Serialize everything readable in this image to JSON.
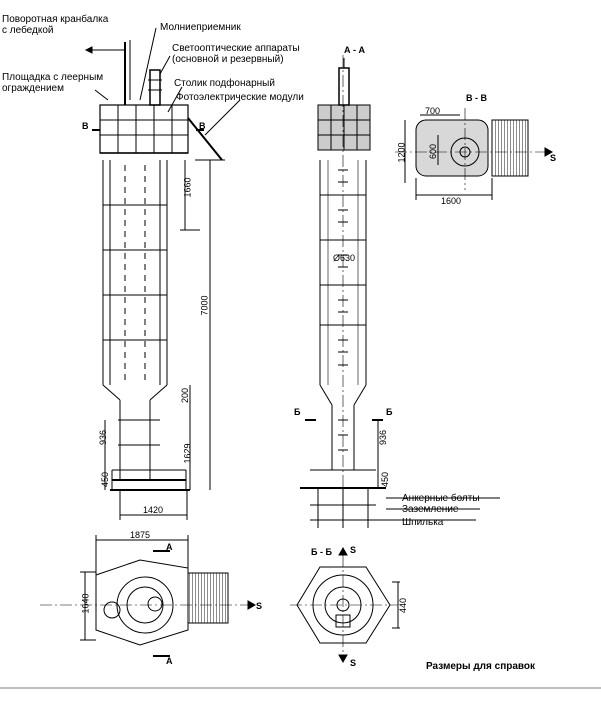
{
  "callouts": {
    "crane": "Поворотная кранбалка",
    "crane_2": "с лебедкой",
    "platform": "Площадка с леерным",
    "platform_2": "ограждением",
    "lightning": "Молниеприемник",
    "lights": "Светооптические аппараты",
    "lights_2": "(основной и резервный)",
    "lamp_table": "Столик подфонарный",
    "pv": "Фотоэлектрические  модули",
    "anchor": "Анкерные болты",
    "ground": "Заземление",
    "stud": "Шпилька"
  },
  "sections": {
    "aa": "А - А",
    "vv": "В - В",
    "bb": "Б - Б",
    "a": "А",
    "b": "Б",
    "v": "В",
    "s": "S"
  },
  "dims": {
    "d1660": "1660",
    "d7000": "7000",
    "d200": "200",
    "d936": "936",
    "d1629": "1629",
    "d450": "450",
    "d1420": "1420",
    "d1875": "1875",
    "d1640": "1640",
    "d700": "700",
    "d600": "600",
    "d1200": "1200",
    "d1600": "1600",
    "d440": "440",
    "dia": "Ø630"
  },
  "note": "Размеры для справок"
}
